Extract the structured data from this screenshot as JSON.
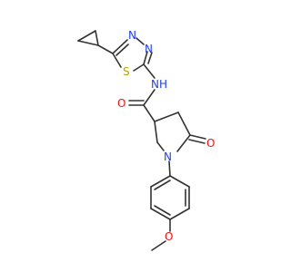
{
  "molecule": {
    "atoms": {
      "n_thiadiazole_top": {
        "label": "N",
        "color": "#1f3fff"
      },
      "n_thiadiazole_right": {
        "label": "N",
        "color": "#1f3fff"
      },
      "s_thiadiazole": {
        "label": "S",
        "color": "#b8a000"
      },
      "n_amide": {
        "label": "N",
        "color": "#1f3fff"
      },
      "h_amide": {
        "label": "H",
        "color": "#1f3fff"
      },
      "o_amide": {
        "label": "O",
        "color": "#ff0d0d"
      },
      "n_pyrrolidinone": {
        "label": "N",
        "color": "#1f3fff"
      },
      "o_lactam": {
        "label": "O",
        "color": "#ff0d0d"
      },
      "o_methoxy": {
        "label": "O",
        "color": "#ff0d0d"
      }
    },
    "bond_color": "#333333"
  }
}
